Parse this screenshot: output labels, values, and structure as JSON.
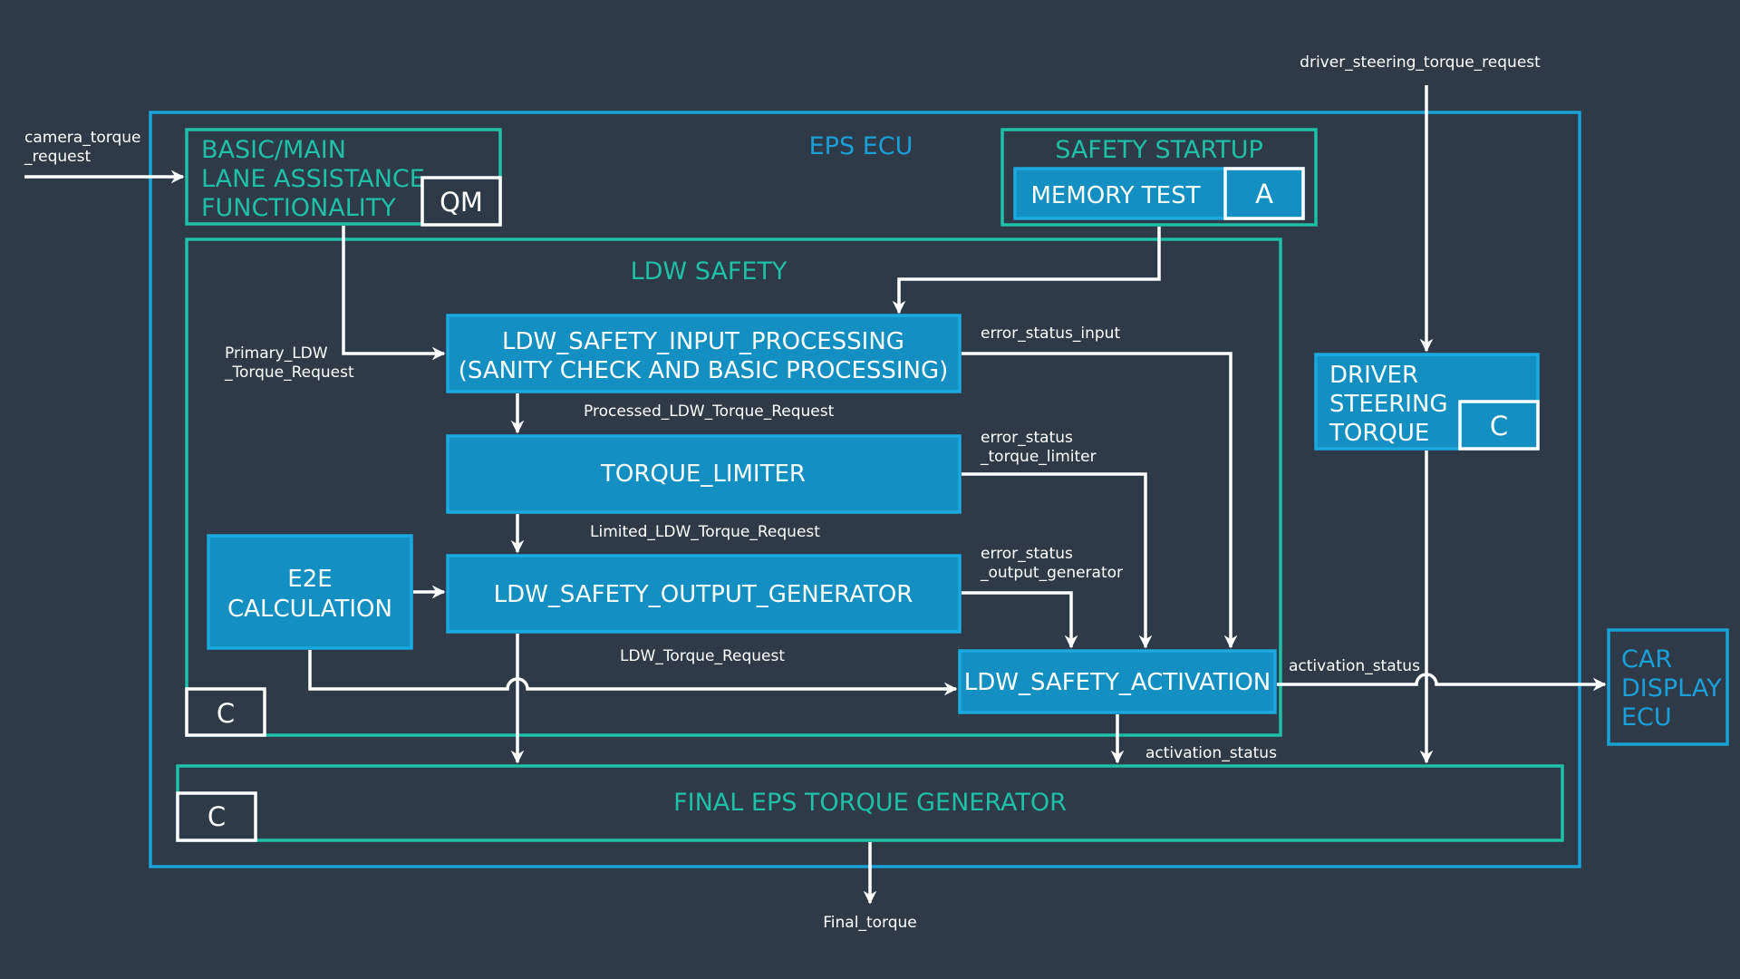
{
  "colors": {
    "background": "#2e3a48",
    "ecu_border": "#18a3d6",
    "teal": "#1fc0a8",
    "block_fill": "#138fc1",
    "block_border": "#1aa9e0",
    "wire": "#ffffff"
  },
  "eps_ecu": {
    "title": "EPS ECU"
  },
  "basic_main": {
    "line1": "BASIC/MAIN",
    "line2": "LANE ASSISTANCE",
    "line3": "FUNCTIONALITY",
    "asil": "QM"
  },
  "safety_startup": {
    "title": "SAFETY STARTUP",
    "memory_test": "MEMORY TEST",
    "asil": "A"
  },
  "ldw_safety": {
    "title": "LDW SAFETY",
    "asil": "C",
    "input_processing": {
      "line1": "LDW_SAFETY_INPUT_PROCESSING",
      "line2": "(SANITY CHECK AND BASIC PROCESSING)"
    },
    "torque_limiter": "TORQUE_LIMITER",
    "output_generator": "LDW_SAFETY_OUTPUT_GENERATOR",
    "e2e": {
      "line1": "E2E",
      "line2": "CALCULATION"
    },
    "activation": "LDW_SAFETY_ACTIVATION"
  },
  "driver_steering": {
    "line1": "DRIVER",
    "line2": "STEERING",
    "line3": "TORQUE",
    "asil": "C"
  },
  "car_display": {
    "line1": "CAR",
    "line2": "DISPLAY",
    "line3": "ECU"
  },
  "final_eps": {
    "title": "FINAL EPS TORQUE GENERATOR",
    "asil": "C"
  },
  "signals": {
    "camera_line1": "camera_torque",
    "camera_line2": "_request",
    "driver_request": "driver_steering_torque_request",
    "primary_line1": "Primary_LDW",
    "primary_line2": "_Torque_Request",
    "processed": "Processed_LDW_Torque_Request",
    "limited": "Limited_LDW_Torque_Request",
    "ldw_torque": "LDW_Torque_Request",
    "error_input": "error_status_input",
    "error_limiter_line1": "error_status",
    "error_limiter_line2": "_torque_limiter",
    "error_output_line1": "error_status",
    "error_output_line2": "_output_generator",
    "activation_status_right": "activation_status",
    "activation_status_down": "activation_status",
    "final_torque": "Final_torque"
  }
}
